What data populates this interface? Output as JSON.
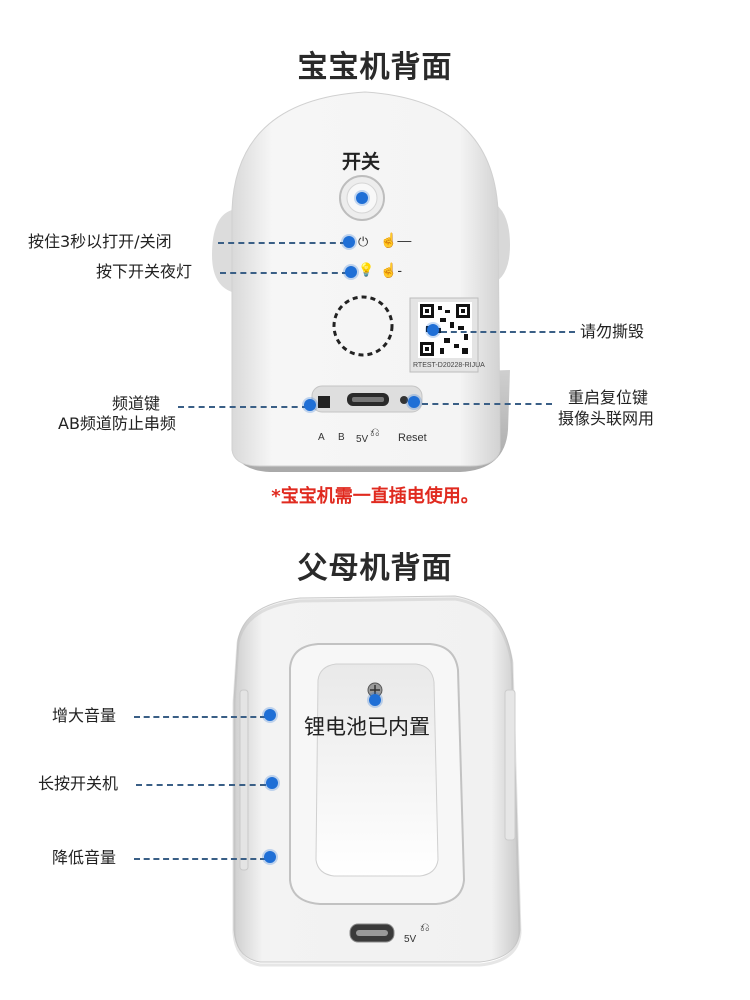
{
  "baby_unit": {
    "title": "宝宝机背面",
    "power_label": "开关",
    "callout_power": "按住3秒以打开/关闭",
    "callout_nightlight": "按下开关夜灯",
    "callout_qr": "请勿撕毁",
    "callout_channel_1": "频道键",
    "callout_channel_2": "AB频道防止串频",
    "callout_reset_1": "重启复位键",
    "callout_reset_2": "摄像头联网用",
    "port_a": "A",
    "port_b": "B",
    "port_5v": "5V",
    "port_reset": "Reset",
    "qr_code_text": "RTEST-D20228-RIJUA",
    "warning": "*宝宝机需一直插电使用。"
  },
  "parent_unit": {
    "title": "父母机背面",
    "callout_vol_up": "增大音量",
    "callout_power": "长按开关机",
    "callout_vol_down": "降低音量",
    "battery_label": "锂电池已内置",
    "port_5v": "5V"
  },
  "colors": {
    "accent_dot": "#1f6fd6",
    "warning": "#e02a1f"
  }
}
